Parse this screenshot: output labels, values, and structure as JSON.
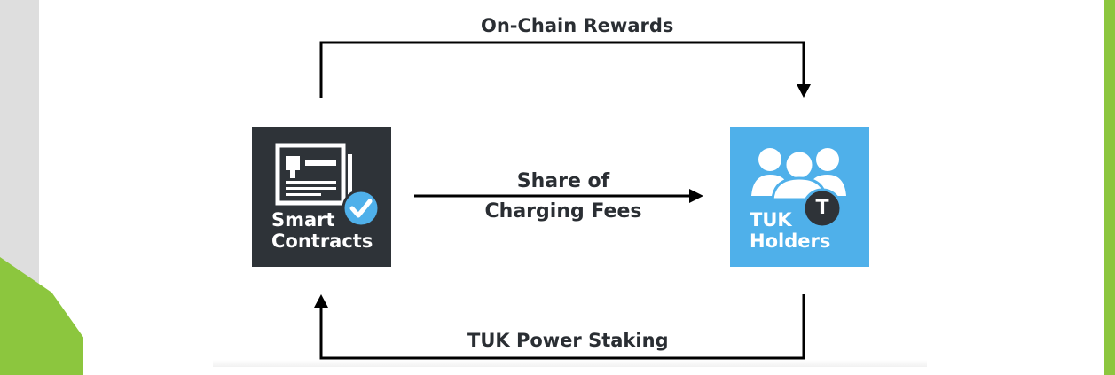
{
  "diagram": {
    "top_arrow_label": "On-Chain Rewards",
    "middle_arrow_label_line1": "Share of",
    "middle_arrow_label_line2": "Charging Fees",
    "bottom_arrow_label": "TUK Power Staking",
    "smart_contracts_box": {
      "line1": "Smart",
      "line2": "Contracts",
      "color": "#2e3338"
    },
    "holders_box": {
      "line1": "TUK",
      "line2": "Holders",
      "badge_letter": "T",
      "color": "#4fb0ea"
    },
    "accent_green": "#8cc63e",
    "arrow_color": "#000000",
    "icons": [
      "contract-document-icon",
      "checkmark-badge-icon",
      "user-group-icon",
      "tuk-token-badge-icon"
    ]
  }
}
